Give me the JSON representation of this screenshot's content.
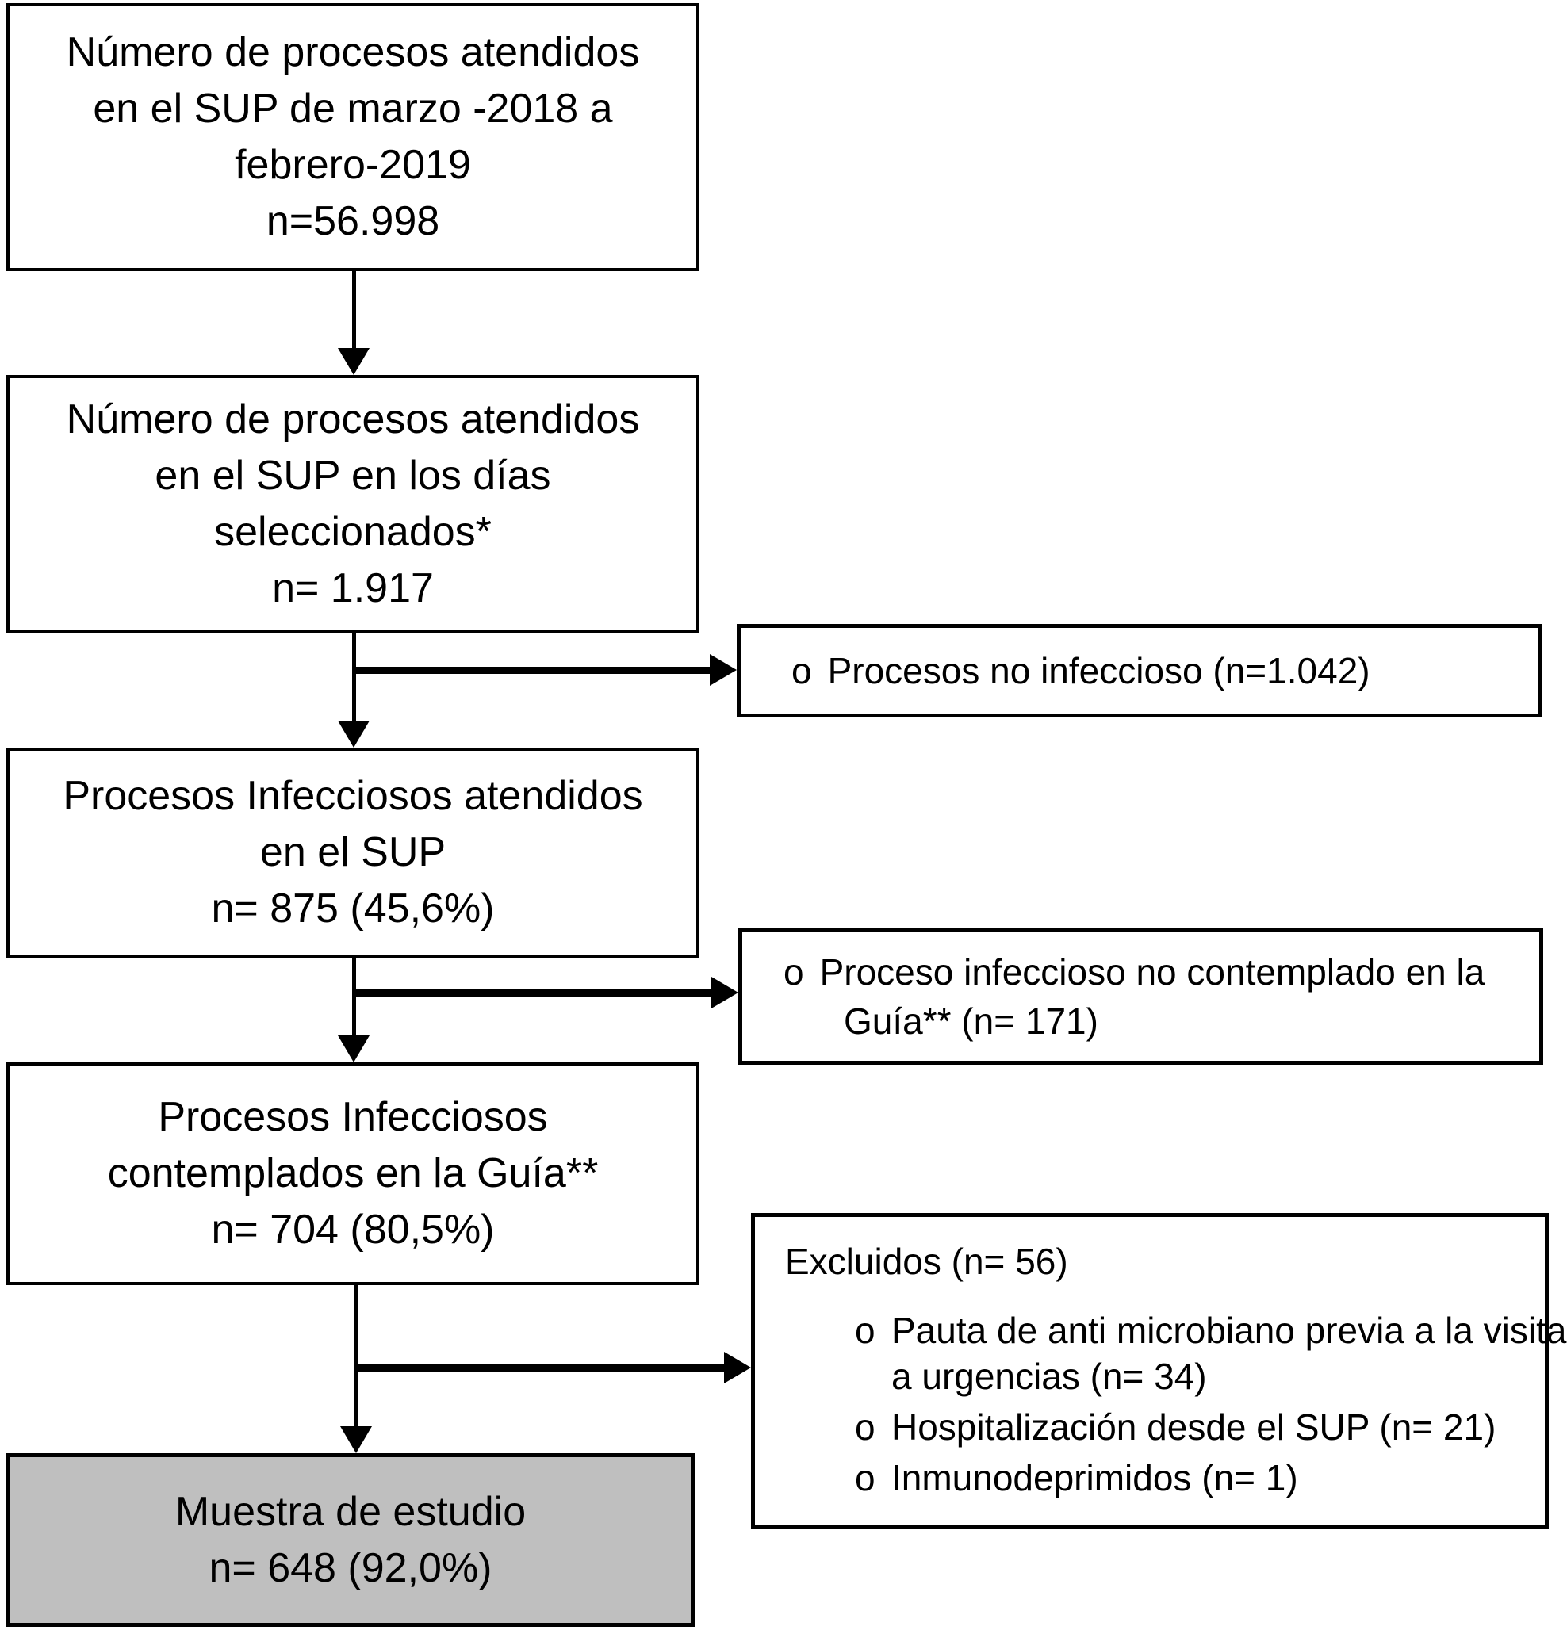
{
  "diagram": {
    "type": "flowchart",
    "colors": {
      "line": "#000000",
      "box_fill": "#ffffff",
      "highlight_fill": "#bfbfbf"
    },
    "boxes": {
      "total": {
        "lines": [
          "Número de procesos atendidos",
          "en el SUP de marzo -2018 a",
          "febrero-2019",
          "n=56.998"
        ]
      },
      "selected_days": {
        "lines": [
          "Número de procesos atendidos",
          "en el SUP en los días",
          "seleccionados*",
          "n= 1.917"
        ]
      },
      "infectious": {
        "lines": [
          "Procesos Infecciosos atendidos",
          "en el SUP",
          "n= 875 (45,6%)"
        ]
      },
      "guideline": {
        "lines": [
          "Procesos Infecciosos",
          "contemplados en la Guía**",
          "n= 704 (80,5%)"
        ]
      },
      "sample": {
        "highlighted": true,
        "lines": [
          "Muestra de estudio",
          "n= 648 (92,0%)"
        ]
      }
    },
    "side_boxes": {
      "non_infectious": {
        "bullet": "o",
        "text": "Procesos no infeccioso (n=1.042)"
      },
      "not_in_guideline": {
        "bullet": "o",
        "line1": "Proceso infeccioso no contemplado en la",
        "line2": "Guía** (n= 171)"
      },
      "excluded": {
        "title": "Excluidos (n= 56)",
        "items": [
          {
            "bullet": "o",
            "line1": "Pauta de anti microbiano previa a la visita",
            "line2": "a urgencias (n= 34)"
          },
          {
            "bullet": "o",
            "line1": "Hospitalización desde el SUP (n= 21)"
          },
          {
            "bullet": "o",
            "line1": "Inmunodeprimidos (n= 1)"
          }
        ]
      }
    }
  }
}
